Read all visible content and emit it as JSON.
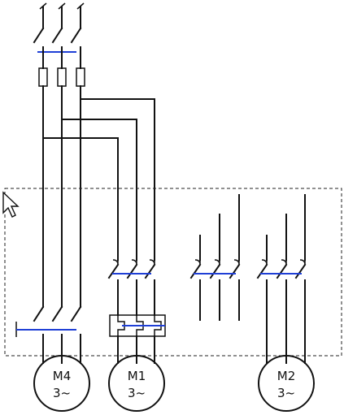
{
  "diagram": {
    "motors": [
      {
        "name": "M4",
        "rating": "3~"
      },
      {
        "name": "M1",
        "rating": "3~"
      },
      {
        "name": "M2",
        "rating": "3~"
      }
    ],
    "colors": {
      "wire": "#111111",
      "contact_bridge": "#1f3fd6",
      "selection_border": "#222222",
      "background": "#ffffff"
    }
  }
}
